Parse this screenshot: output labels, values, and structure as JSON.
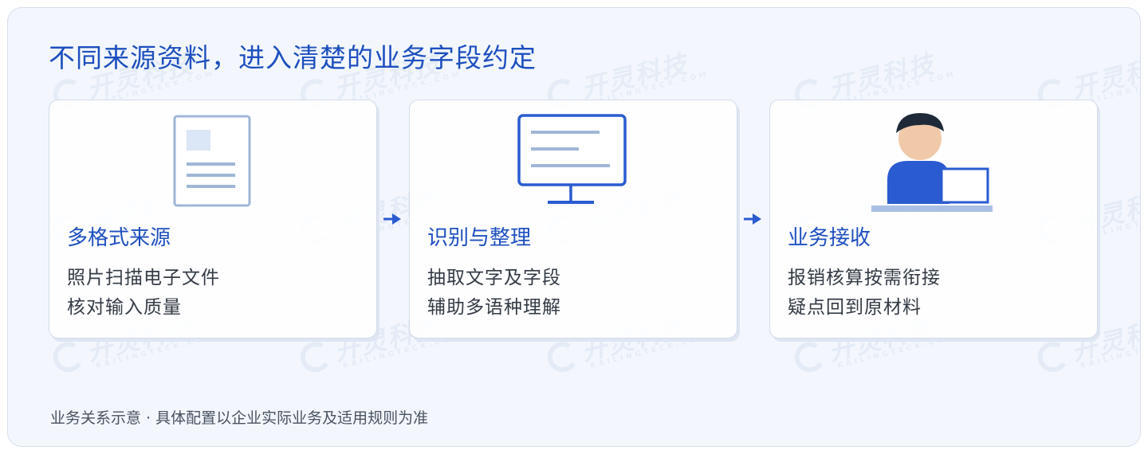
{
  "title": "不同来源资料，进入清楚的业务字段约定",
  "watermark": {
    "text": "开灵科技",
    "subtext": "KAILINGTECK.COM"
  },
  "steps": [
    {
      "title": "多格式来源",
      "lines": [
        "照片扫描电子文件",
        "核对输入质量"
      ],
      "icon": "document-icon"
    },
    {
      "title": "识别与整理",
      "lines": [
        "抽取文字及字段",
        "辅助多语种理解"
      ],
      "icon": "monitor-icon"
    },
    {
      "title": "业务接收",
      "lines": [
        "报销核算按需衔接",
        "疑点回到原材料"
      ],
      "icon": "person-at-computer-icon"
    }
  ],
  "footnote": "业务关系示意 · 具体配置以企业实际业务及适用规则为准",
  "colors": {
    "accent": "#1d4fbf",
    "panel_bg": "#f3f7fd",
    "icon_stroke": "#9fb6d6",
    "icon_primary": "#2a5bd0"
  }
}
